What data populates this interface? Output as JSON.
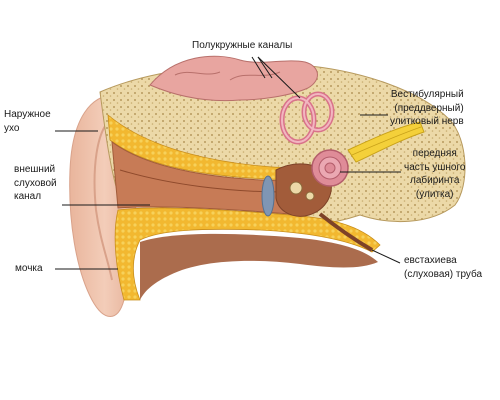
{
  "title": "Полукружные каналы",
  "labels": {
    "outer_ear": "Наружное\nухо",
    "ear_canal": "внешний\nслуховой\nканал",
    "lobe": "мочка",
    "nerve": "Вестибулярный\n(преддверный)\nулитковый нерв",
    "cochlea": "передняя\nчасть ушного\nлабиринта\n(улитка)",
    "eustachian": "евстахиева\n(слуховая) труба"
  },
  "colors": {
    "skin": "#f1c7b2",
    "skin_dark": "#d9a28a",
    "bone": "#ecd9a8",
    "bone_dot": "#b79a5e",
    "fat": "#f2b830",
    "tissue": "#a25c3a",
    "brain": "#e8a5a0",
    "cochlea": "#df8c98",
    "nerve": "#f4d03a",
    "membrane": "#7f96b4"
  }
}
